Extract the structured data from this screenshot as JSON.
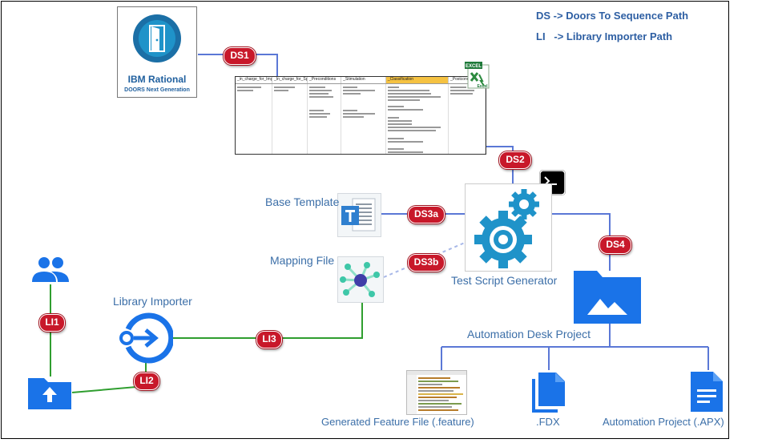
{
  "legend": {
    "ds": "DS -> Doors To Sequence Path",
    "li": "LI   -> Library Importer Path"
  },
  "ibm": {
    "title": "IBM Rational",
    "subtitle": "DOORS Next Generation"
  },
  "excel_logo": {
    "text": "EXCEL",
    "sub": "Excel"
  },
  "sheet": {
    "headers": [
      "_in_charge_for_Impl.",
      "_In_charge_for_Spec.",
      "_Preconditions",
      "_Stimulation",
      "_Classification",
      "_Postconditions"
    ]
  },
  "badges": {
    "ds1": "DS1",
    "ds2": "DS2",
    "ds3a": "DS3a",
    "ds3b": "DS3b",
    "ds4": "DS4",
    "li1": "LI1",
    "li2": "LI2",
    "li3": "LI3"
  },
  "labels": {
    "base_template": "Base Template",
    "mapping_file": "Mapping File",
    "test_script_generator": "Test Script Generator",
    "library_importer": "Library Importer",
    "automation_desk_project": "Automation Desk Project",
    "generated_feature_file": "Generated Feature File (.feature)",
    "fdx": ".FDX",
    "automation_project": "Automation Project (.APX)"
  },
  "colors": {
    "ds_line": "#5b78d6",
    "ds_line_alt": "#a8b8e8",
    "li_line": "#2f9e2f",
    "badge_red": "#c8182a",
    "icon_blue": "#1a73e8",
    "gear_blue": "#1f93c9",
    "label_blue": "#3c6fa8"
  },
  "icons": [
    "door-icon",
    "excel-icon",
    "terminal-icon",
    "gears-icon",
    "template-doc-icon",
    "mapping-network-icon",
    "people-icon",
    "upload-folder-icon",
    "library-import-icon",
    "image-folder-icon",
    "feature-file-thumbnail",
    "files-icon",
    "document-icon"
  ]
}
